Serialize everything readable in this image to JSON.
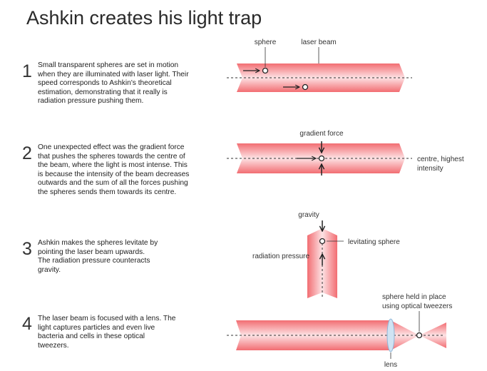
{
  "title": "Ashkin creates his light trap",
  "steps": [
    {
      "number": "1",
      "text": "Small transparent spheres are set in motion when they are illuminated with laser light. Their speed corresponds to Ashkin's theoretical estimation, demonstrating that it really is radiation pressure pushing them."
    },
    {
      "number": "2",
      "text": "One unexpected effect was the gradient force that pushes the spheres towards the centre of the beam, where the light is most intense. This is because the intensity of the beam decreases outwards and the sum of all the forces pushing the spheres sends them towards its centre."
    },
    {
      "number": "3",
      "text": "Ashkin makes the spheres levitate by pointing the laser beam upwards. The radiation pressure counteracts gravity."
    },
    {
      "number": "4",
      "text": "The laser beam is focused with a lens. The light captures particles and even live bacteria and cells in these optical tweezers."
    }
  ],
  "labels": {
    "sphere": "sphere",
    "laser_beam": "laser beam",
    "gradient_force": "gradient force",
    "centre_line1": "centre, highest",
    "centre_line2": "intensity",
    "gravity": "gravity",
    "levitating_sphere": "levitating sphere",
    "radiation_pressure": "radiation pressure",
    "held_line1": "sphere held in place",
    "held_line2": "using optical tweezers",
    "lens": "lens"
  },
  "colors": {
    "beam_edge": "#f26d72",
    "beam_core": "#fde3e5",
    "text": "#222222",
    "lens": "#cfe3f3"
  }
}
